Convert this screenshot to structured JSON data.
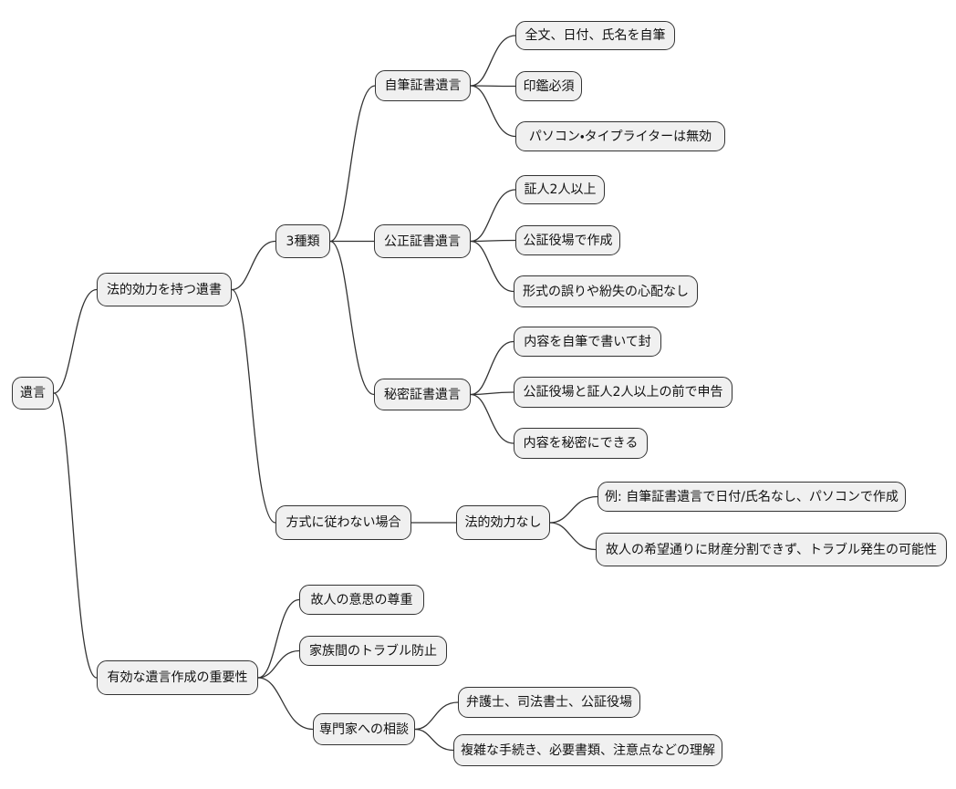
{
  "diagram": {
    "type": "mindmap",
    "language": "ja",
    "root_label": "遺言"
  },
  "colors": {
    "background": "#ffffff",
    "node_fill": "#f0f0f0",
    "node_border": "#333333",
    "edge_stroke": "#333333",
    "text": "#111111"
  },
  "nodes": [
    {
      "label": "遺言",
      "level": 0
    },
    {
      "label": "法的効力を持つ遺書",
      "level": 1
    },
    {
      "label": "有効な遺言作成の重要性",
      "level": 1
    },
    {
      "label": "3種類",
      "level": 2
    },
    {
      "label": "方式に従わない場合",
      "level": 2
    },
    {
      "label": "自筆証書遺言",
      "level": 3
    },
    {
      "label": "公正証書遺言",
      "level": 3
    },
    {
      "label": "秘密証書遺言",
      "level": 3
    },
    {
      "label": "法的効力なし",
      "level": 3
    },
    {
      "label": "故人の意思の尊重",
      "level": 2
    },
    {
      "label": "家族間のトラブル防止",
      "level": 2
    },
    {
      "label": "専門家への相談",
      "level": 2
    },
    {
      "label": "全文、日付、氏名を自筆",
      "level": 4
    },
    {
      "label": "印鑑必須",
      "level": 4
    },
    {
      "label": "パソコン・タイプライターは無効",
      "level": 4
    },
    {
      "label": "証人2人以上",
      "level": 4
    },
    {
      "label": "公証役場で作成",
      "level": 4
    },
    {
      "label": "形式の誤りや紛失の心配なし",
      "level": 4
    },
    {
      "label": "内容を自筆で書いて封",
      "level": 4
    },
    {
      "label": "公証役場と証人2人以上の前で申告",
      "level": 4
    },
    {
      "label": "内容を秘密にできる",
      "level": 4
    },
    {
      "label": "例: 自筆証書遺言で日付/氏名なし、パソコンで作成",
      "level": 4
    },
    {
      "label": "故人の希望通りに財産分割できず、トラブル発生の可能性",
      "level": 4
    },
    {
      "label": "弁護士、司法書士、公証役場",
      "level": 3
    },
    {
      "label": "複雑な手続き、必要書類、注意点などの理解",
      "level": 3
    }
  ],
  "edges": [
    [
      0,
      1
    ],
    [
      0,
      2
    ],
    [
      1,
      3
    ],
    [
      1,
      4
    ],
    [
      3,
      5
    ],
    [
      3,
      6
    ],
    [
      3,
      7
    ],
    [
      5,
      12
    ],
    [
      5,
      13
    ],
    [
      5,
      14
    ],
    [
      6,
      15
    ],
    [
      6,
      16
    ],
    [
      6,
      17
    ],
    [
      7,
      18
    ],
    [
      7,
      19
    ],
    [
      7,
      20
    ],
    [
      4,
      8
    ],
    [
      8,
      21
    ],
    [
      8,
      22
    ],
    [
      2,
      9
    ],
    [
      2,
      10
    ],
    [
      2,
      11
    ],
    [
      11,
      23
    ],
    [
      11,
      24
    ]
  ]
}
